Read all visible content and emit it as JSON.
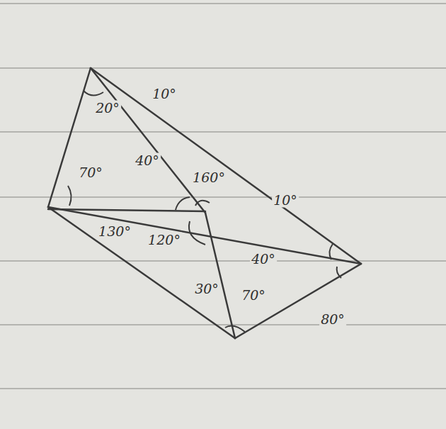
{
  "diagram": {
    "labels": [
      "20°",
      "10°",
      "70°",
      "40°",
      "160°",
      "10°",
      "130°",
      "120°",
      "40°",
      "30°",
      "70°",
      "80°"
    ]
  }
}
